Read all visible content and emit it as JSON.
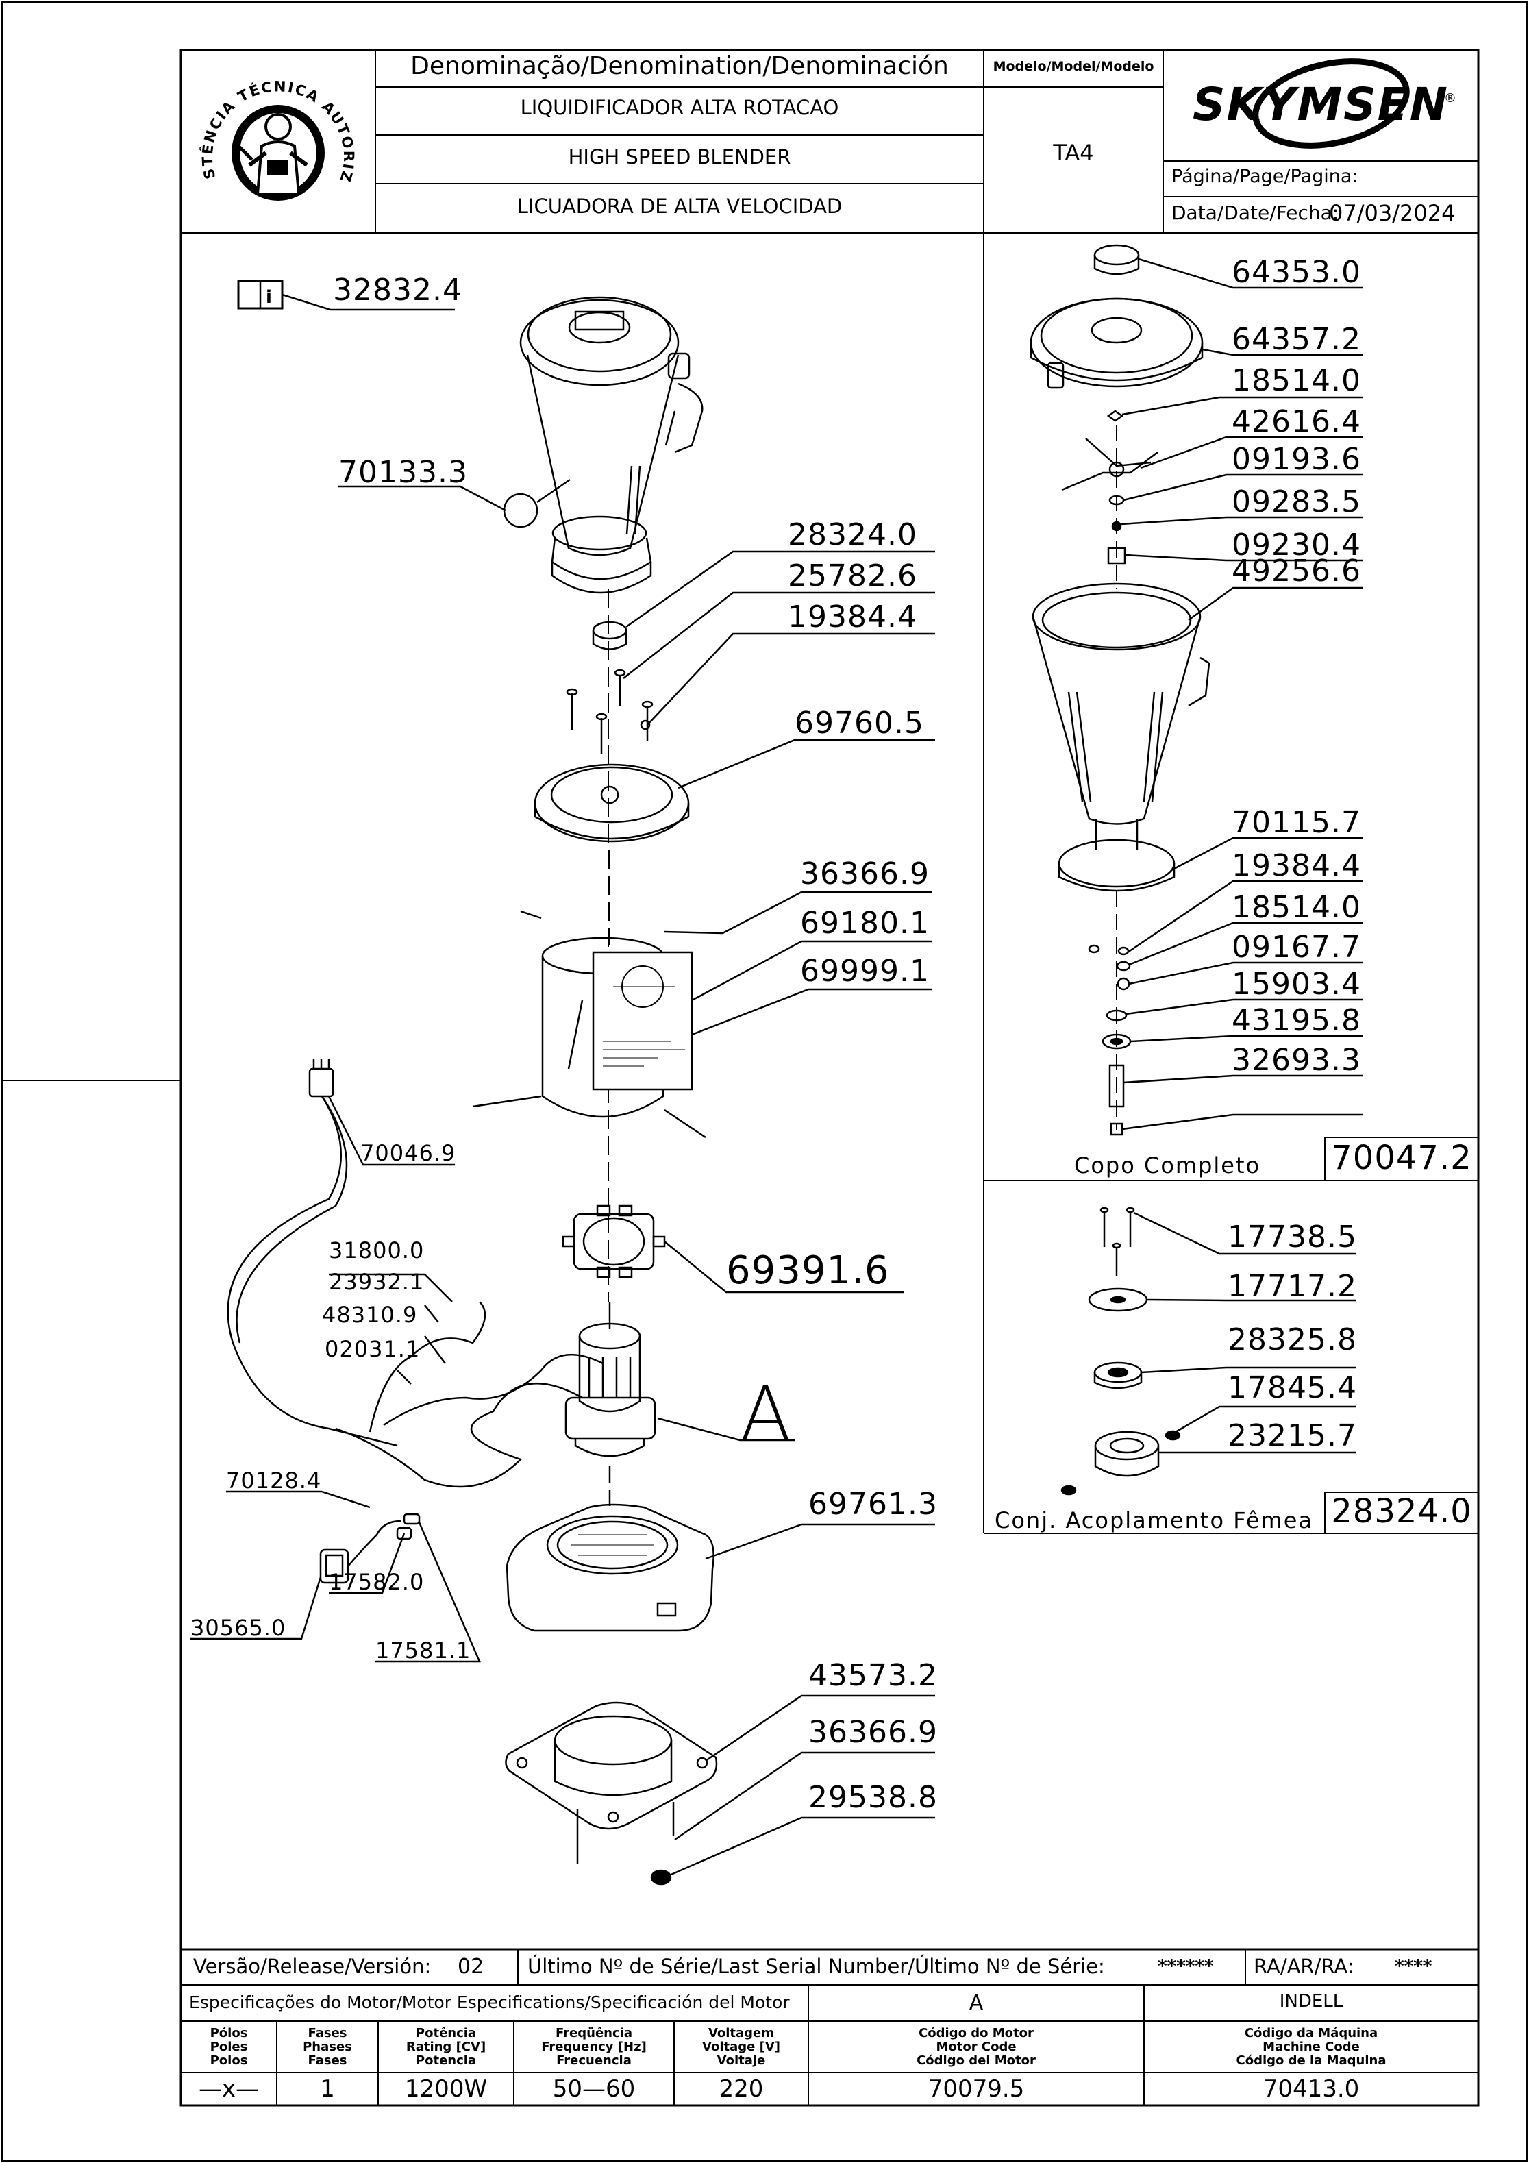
{
  "header": {
    "denomination_label": "Denominação/Denomination/Denominación",
    "model_label": "Modelo/Model/Modelo",
    "name_pt": "LIQUIDIFICADOR ALTA ROTACAO",
    "name_en": "HIGH SPEED BLENDER",
    "name_es": "LICUADORA DE ALTA VELOCIDAD",
    "model": "TA4",
    "brand": "SKYMSEN",
    "page_label": "Página/Page/Pagina:",
    "date_label": "Data/Date/Fecha:",
    "date": "07/03/2024",
    "seal_text": "ASSISTÊNCIA TÉCNICA AUTORIZADA"
  },
  "main_parts": [
    {
      "code": "32832.4"
    },
    {
      "code": "70133.3"
    },
    {
      "code": "28324.0"
    },
    {
      "code": "25782.6"
    },
    {
      "code": "19384.4"
    },
    {
      "code": "69760.5"
    },
    {
      "code": "36366.9"
    },
    {
      "code": "69180.1"
    },
    {
      "code": "69999.1"
    },
    {
      "code": "70046.9"
    },
    {
      "code": "31800.0"
    },
    {
      "code": "23932.1"
    },
    {
      "code": "48310.9"
    },
    {
      "code": "02031.1"
    },
    {
      "code": "69391.6"
    },
    {
      "code": "A"
    },
    {
      "code": "70128.4"
    },
    {
      "code": "69761.3"
    },
    {
      "code": "30565.0"
    },
    {
      "code": "17582.0"
    },
    {
      "code": "17581.1"
    },
    {
      "code": "43573.2"
    },
    {
      "code": "36366.9"
    },
    {
      "code": "29538.8"
    }
  ],
  "cup_parts": [
    {
      "code": "64353.0"
    },
    {
      "code": "64357.2"
    },
    {
      "code": "18514.0"
    },
    {
      "code": "42616.4"
    },
    {
      "code": "09193.6"
    },
    {
      "code": "09283.5"
    },
    {
      "code": "09230.4"
    },
    {
      "code": "49256.6"
    },
    {
      "code": "70115.7"
    },
    {
      "code": "19384.4"
    },
    {
      "code": "18514.0"
    },
    {
      "code": "09167.7"
    },
    {
      "code": "15903.4"
    },
    {
      "code": "43195.8"
    },
    {
      "code": "32693.3"
    }
  ],
  "cup_assembly": {
    "label": "Copo Completo",
    "code": "70047.2"
  },
  "coupling_parts": [
    {
      "code": "17738.5"
    },
    {
      "code": "17717.2"
    },
    {
      "code": "28325.8"
    },
    {
      "code": "17845.4"
    },
    {
      "code": "23215.7"
    }
  ],
  "coupling_assembly": {
    "label": "Conj. Acoplamento Fêmea",
    "code": "28324.0"
  },
  "footer": {
    "release_label": "Versão/Release/Versión:",
    "release": "02",
    "serial_label": "Último Nº de Série/Last Serial Number/Último Nº de Série:",
    "serial": "******",
    "ra_label": "RA/AR/RA:",
    "ra": "****",
    "motor_spec_label": "Especificações do Motor/Motor Especifications/Specificación del Motor",
    "motor_type": "A",
    "maker": "INDELL",
    "col_poles": "Pólos\nPoles\nPolos",
    "col_phases": "Fases\nPhases\nFases",
    "col_rating": "Potência\nRating [CV]\nPotencia",
    "col_freq": "Freqüência\nFrequency [Hz]\nFrecuencia",
    "col_voltage": "Voltagem\nVoltage [V]\nVoltaje",
    "col_motor_code": "Código do Motor\nMotor Code\nCódigo del Motor",
    "col_machine_code": "Código da Máquina\nMachine Code\nCódigo de la Maquina",
    "poles": "—x—",
    "phases": "1",
    "rating": "1200W",
    "frequency": "50—60",
    "voltage": "220",
    "motor_code": "70079.5",
    "machine_code": "70413.0"
  }
}
